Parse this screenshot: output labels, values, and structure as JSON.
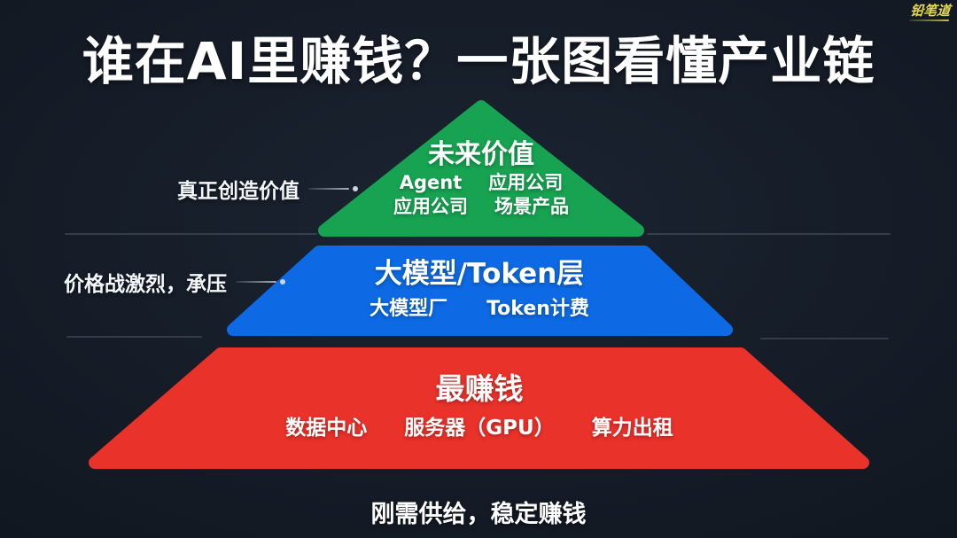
{
  "page": {
    "title_line": "谁在AI里赚钱？一张图看懂产业链"
  },
  "logo": {
    "text": "铅笔道"
  },
  "pyramid": {
    "tiers": [
      {
        "id": "future-value",
        "title": "未来价值",
        "rows": [
          [
            "Agent",
            "应用公司"
          ],
          [
            "应用公司",
            "场景产品"
          ]
        ]
      },
      {
        "id": "model-token-layer",
        "title": "大模型/Token层",
        "rows": [
          [
            "大模型厂",
            "Token计费"
          ]
        ]
      },
      {
        "id": "most-profitable",
        "title": "最赚钱",
        "rows": [
          [
            "数据中心",
            "服务器（GPU）",
            "算力出租"
          ]
        ]
      }
    ]
  },
  "annotations": {
    "tier1": "真正创造价值",
    "tier2": "价格战激烈，承压",
    "bottom": "刚需供给，稳定赚钱"
  },
  "colors": {
    "background": "#151c27",
    "tier1_green": "#17a351",
    "tier2_blue": "#0d6ae4",
    "tier3_red": "#e9322a",
    "logo_yellow": "#e3d84e",
    "text_white": "#ffffff"
  }
}
